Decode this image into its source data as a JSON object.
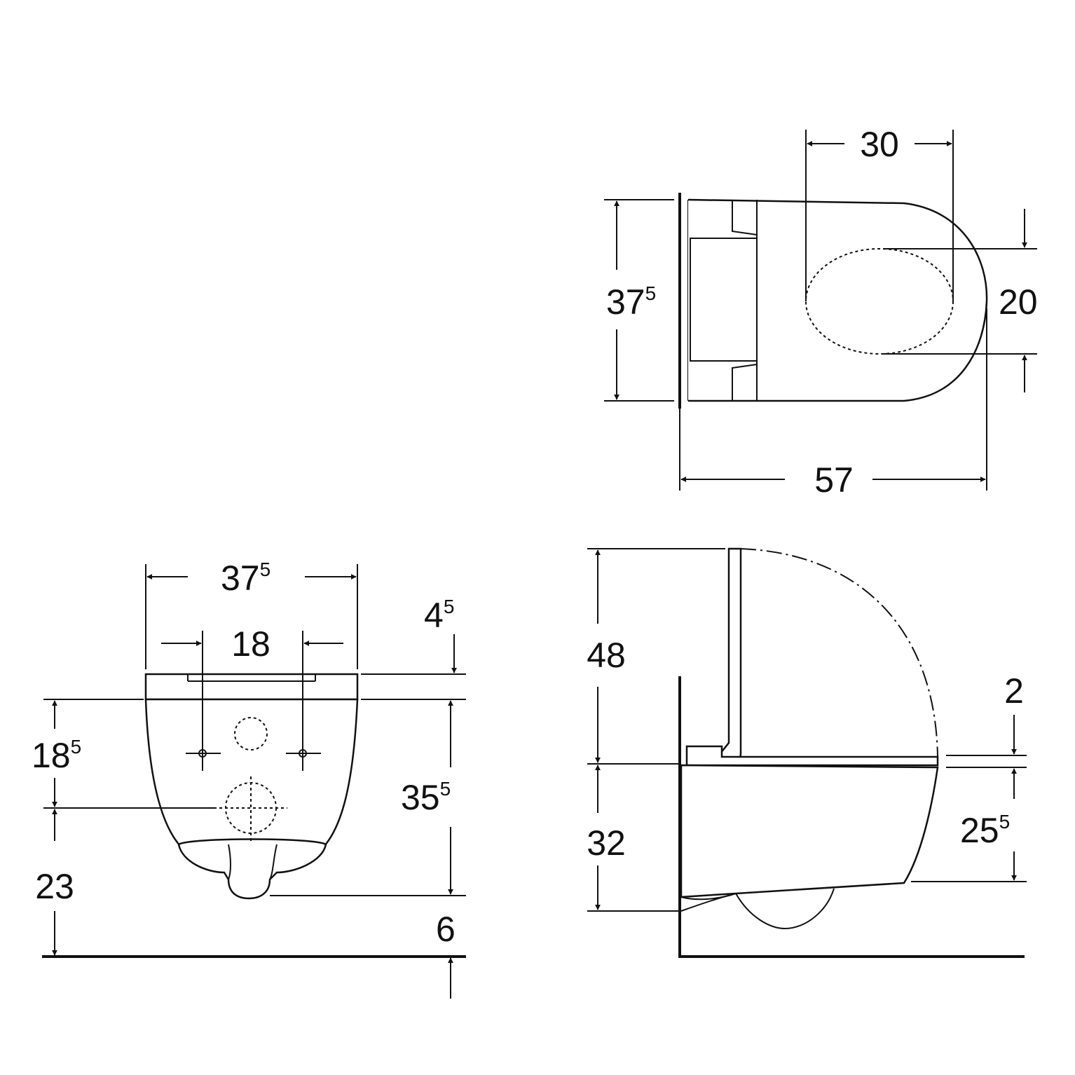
{
  "top_view": {
    "width_30": "30",
    "depth": {
      "main": "37",
      "sup": "5"
    },
    "seat_20": "20",
    "length_57": "57"
  },
  "front_view": {
    "width": {
      "main": "37",
      "sup": "5"
    },
    "bolt_spacing": "18",
    "seat_thickness": {
      "main": "4",
      "sup": "5"
    },
    "bolt_height": {
      "main": "18",
      "sup": "5"
    },
    "outlet_height": "23",
    "bowl_height": {
      "main": "35",
      "sup": "5"
    },
    "gap_6": "6"
  },
  "side_view": {
    "lid_height": "48",
    "seat_2": "2",
    "rim_height": "32",
    "bowl_depth": {
      "main": "25",
      "sup": "5"
    }
  }
}
